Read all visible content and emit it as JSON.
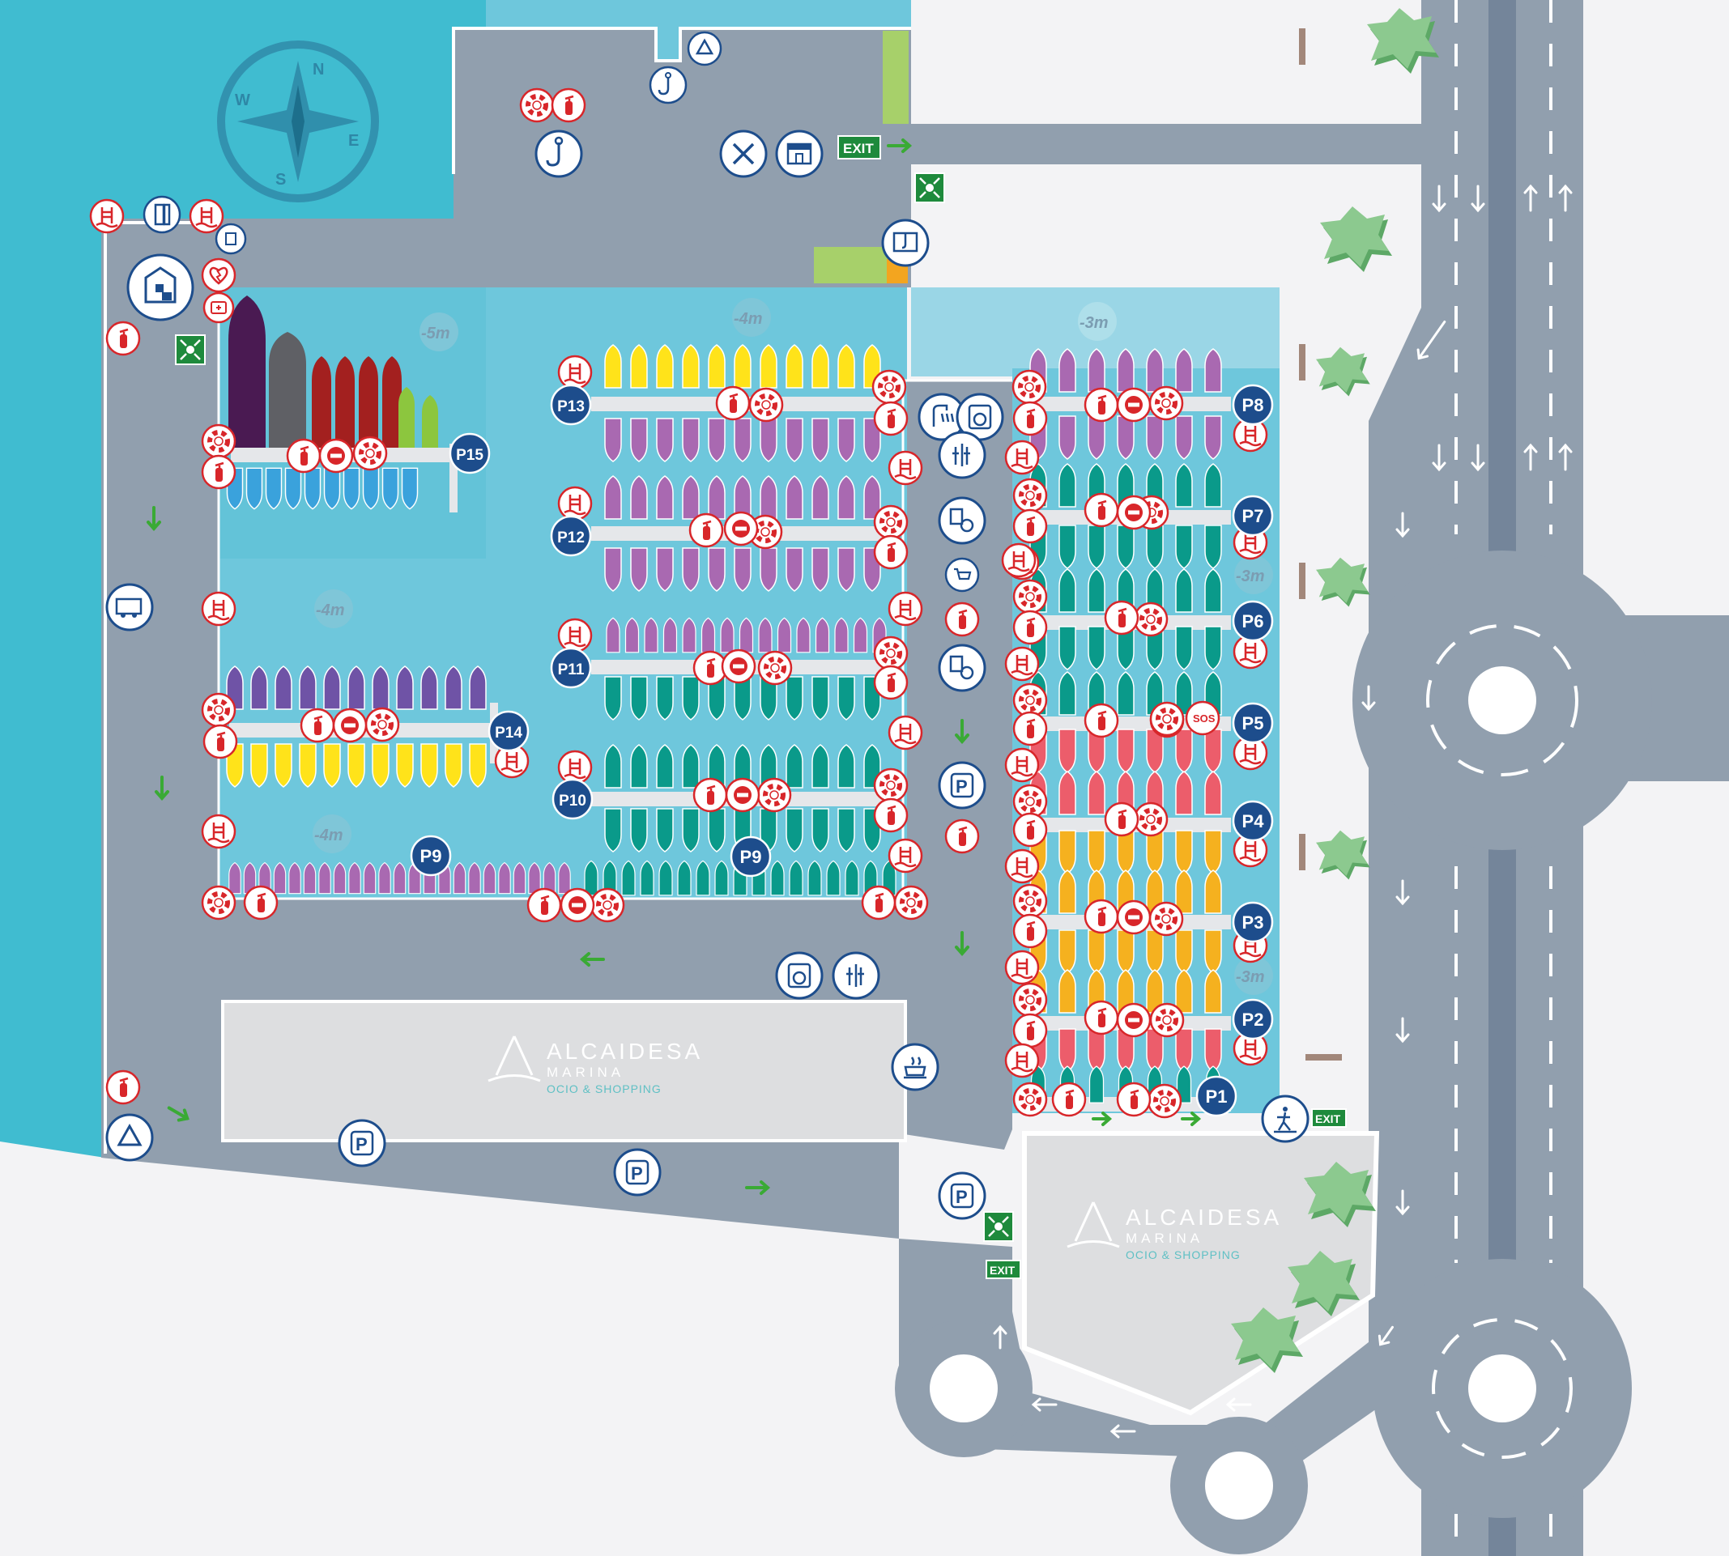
{
  "marina": {
    "logo": {
      "name": "ALCAIDESA",
      "sub": "MARINA",
      "tagline": "OCIO & SHOPPING"
    },
    "compass": {
      "n": "N",
      "e": "E",
      "s": "S",
      "w": "W"
    },
    "exit_label": "EXIT",
    "sos_label": "SOS",
    "parking_label": "P",
    "depths": {
      "d5": "-5m",
      "d4a": "-4m",
      "d4b": "-4m",
      "d4c": "-4m",
      "d3a": "-3m",
      "d3b": "-3m",
      "d3c": "-3m"
    },
    "piers": {
      "p1": "P1",
      "p2": "P2",
      "p3": "P3",
      "p4": "P4",
      "p5": "P5",
      "p6": "P6",
      "p7": "P7",
      "p8": "P8",
      "p9a": "P9",
      "p9b": "P9",
      "p10": "P10",
      "p11": "P11",
      "p12": "P12",
      "p13": "P13",
      "p14": "P14",
      "p15": "P15"
    }
  },
  "colors": {
    "sea": "#40bcd0",
    "basin": "#6ec7dc",
    "basin_light": "#9ad6e6",
    "land": "#919fae",
    "road": "#919fae",
    "ground": "#f3f3f5",
    "pier": "#e5e7ea",
    "navy": "#1d4d8c",
    "exit_green": "#1e8a3c",
    "safety_red": "#d8262a",
    "tree": "#8cc98f",
    "purple": "#a969b1",
    "teal": "#0a9a8a",
    "yellow": "#ffe31a",
    "orange": "#f5b11f",
    "coral": "#ec5d6b",
    "violet": "#6f53a6",
    "blue": "#3aa2dc"
  },
  "icons": [
    "compass-icon",
    "lifebuoy-icon",
    "fire-extinguisher-icon",
    "no-entry-icon",
    "ladder-icon",
    "crane-icon",
    "recycle-icon",
    "tools-icon",
    "shop-icon",
    "shower-icon",
    "washing-machine-icon",
    "toilets-icon",
    "disabled-parking-icon",
    "shopping-cart-icon",
    "coffee-icon",
    "camper-icon",
    "fuel-icon",
    "office-icon",
    "defibrillator-icon",
    "first-aid-icon",
    "assembly-point-icon",
    "pedestrian-icon",
    "tree-icon",
    "bench-icon",
    "arrow-icon"
  ]
}
